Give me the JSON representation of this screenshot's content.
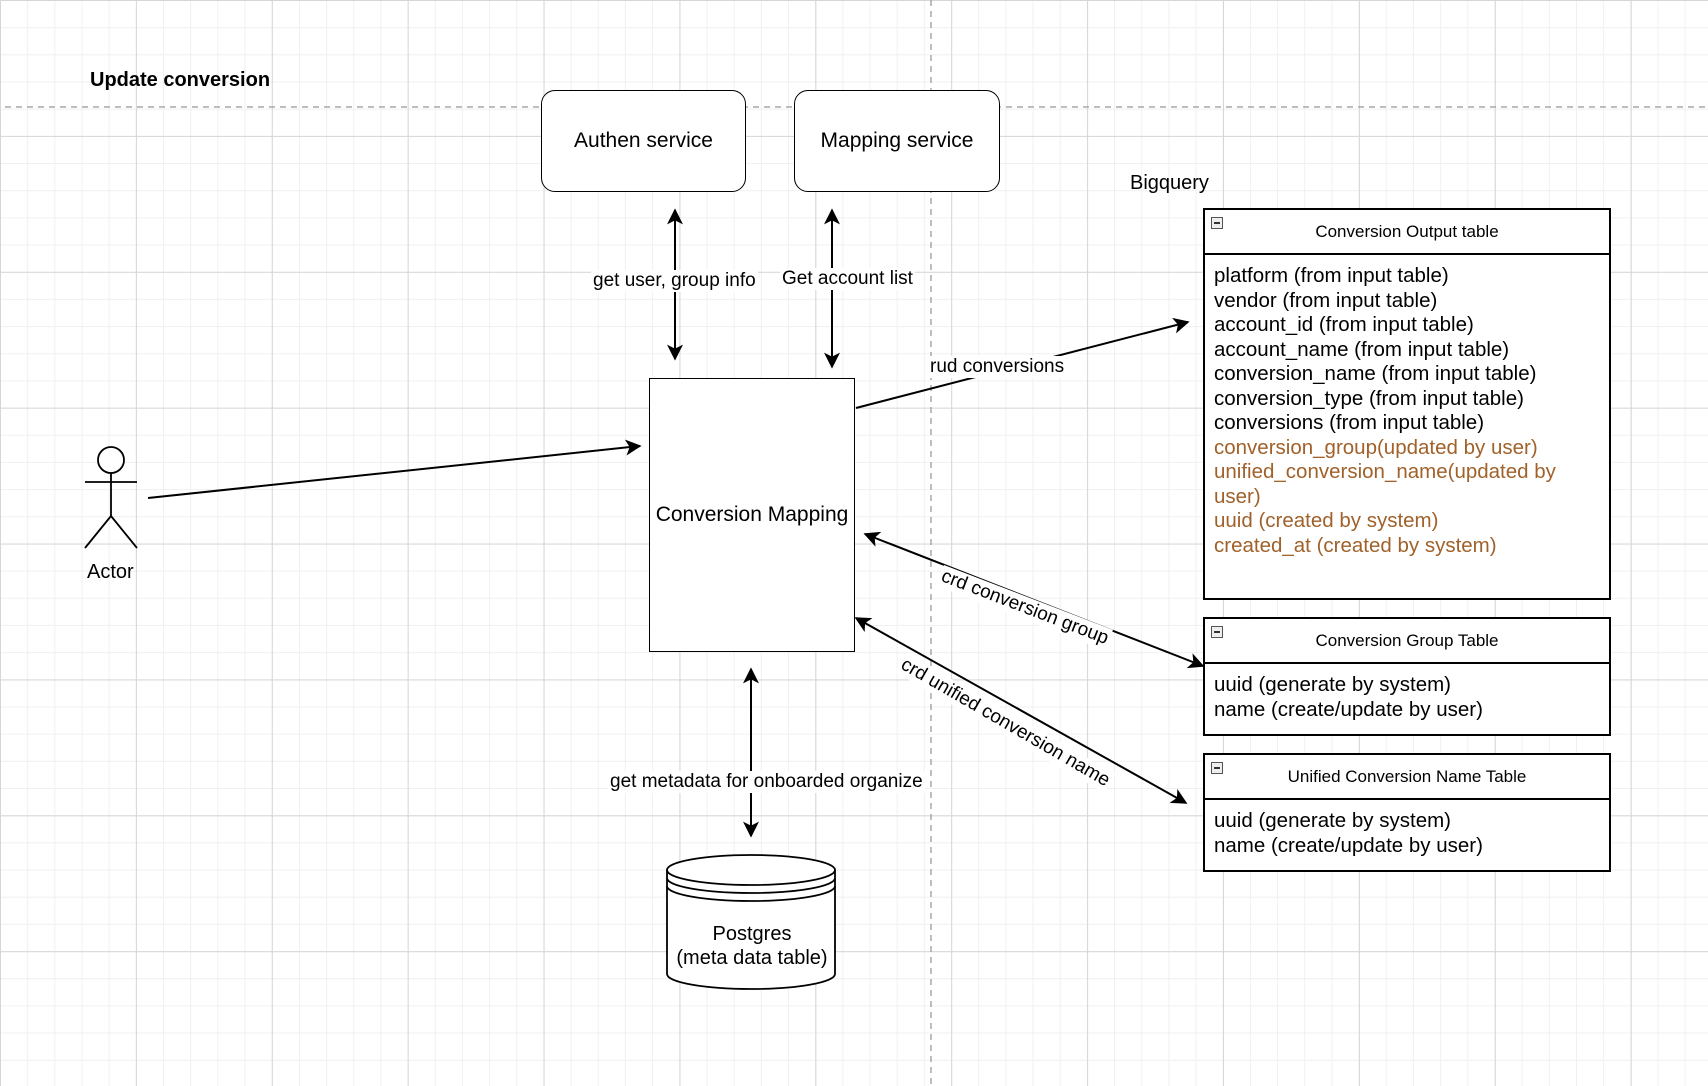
{
  "diagram": {
    "title": "Update conversion",
    "nodes": {
      "authen": "Authen service",
      "mapping_service": "Mapping service",
      "conversion_mapping": "Conversion Mapping",
      "actor": "Actor",
      "postgres_line1": "Postgres",
      "postgres_line2": "(meta data table)",
      "bigquery": "Bigquery"
    },
    "edges": {
      "authen": "get user, group info",
      "mapping_service": "Get account list",
      "output_table": "rud conversions",
      "group_table": "crd conversion group",
      "unified_table": "crd unified conversion name",
      "postgres": "get metadata for onboarded organize"
    },
    "tables": {
      "output": {
        "title": "Conversion Output table",
        "rows": [
          "platform (from input table)",
          "vendor (from input table)",
          "account_id (from input table)",
          "account_name (from input table)",
          "conversion_name (from input table)",
          "conversion_type (from input table)",
          "conversions (from input table)",
          "conversion_group(updated by user)",
          "unified_conversion_name(updated by user)",
          "uuid (created by system)",
          "created_at (created by system)"
        ]
      },
      "group": {
        "title": "Conversion Group Table",
        "rows": [
          "uuid (generate by system)",
          "name (create/update by user)"
        ]
      },
      "unified": {
        "title": "Unified Conversion Name Table",
        "rows": [
          "uuid (generate by system)",
          "name (create/update by user)"
        ]
      }
    },
    "colors": {
      "line": "#000000",
      "highlight_text": "#a0612a",
      "grid": "#d6d6d6",
      "dashed": "#a8a8a8"
    }
  }
}
